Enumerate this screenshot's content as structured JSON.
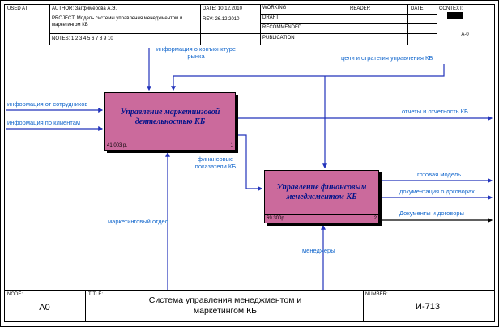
{
  "header": {
    "used_at_label": "USED AT:",
    "author_label": "AUTHOR:",
    "author": "Загфимерова А.Э.",
    "date_label": "DATE:",
    "date": "10.12.2010",
    "rev_label": "REV:",
    "rev": "26.12.2010",
    "project_label": "PROJECT:",
    "project": "Модель системы управления менеджментом и маркетингом КБ",
    "notes_label": "NOTES:",
    "notes": "1 2 3 4 5 6 7 8 9 10",
    "statuses": [
      "WORKING",
      "DRAFT",
      "RECOMMENDED",
      "PUBLICATION"
    ],
    "reader_label": "READER",
    "reader_date_label": "DATE",
    "context_label": "CONTEXT:",
    "context_node": "A-0"
  },
  "footer": {
    "node_label": "NODE:",
    "node": "A0",
    "title_label": "TITLE:",
    "title": "Система управления менеджментом и маркетингом КБ",
    "number_label": "NUMBER:",
    "number": "И-713"
  },
  "activities": [
    {
      "label": "Управление маркетинговой деятельностью КБ",
      "cost": "41 003 р.",
      "number": "1"
    },
    {
      "label": "Управление финансовым менеджментом КБ",
      "cost": "69 300р.",
      "number": "2"
    }
  ],
  "arrow_labels": {
    "control_market_info": "информация о конъюнктуре рынка",
    "control_goals": "цели и стратегия управления КБ",
    "input_staff": "информация от сотрудников",
    "input_clients": "информация по клиентам",
    "output_reports": "отчеты и отчетность КБ",
    "flow_financial": "финансовые показатели КБ",
    "output_model": "готовая модель",
    "output_docs_contracts": "документация о договорах",
    "output_documents": "Документы и договоры",
    "mechanism_marketing": "маркетинговый отдел",
    "mechanism_managers": "менеджеры"
  },
  "colors": {
    "activity_fill": "#cb6a9c",
    "activity_text": "#00138b",
    "arrow_blue": "#2233bb",
    "label_blue": "#1166cc",
    "arrow_black": "#000000"
  }
}
